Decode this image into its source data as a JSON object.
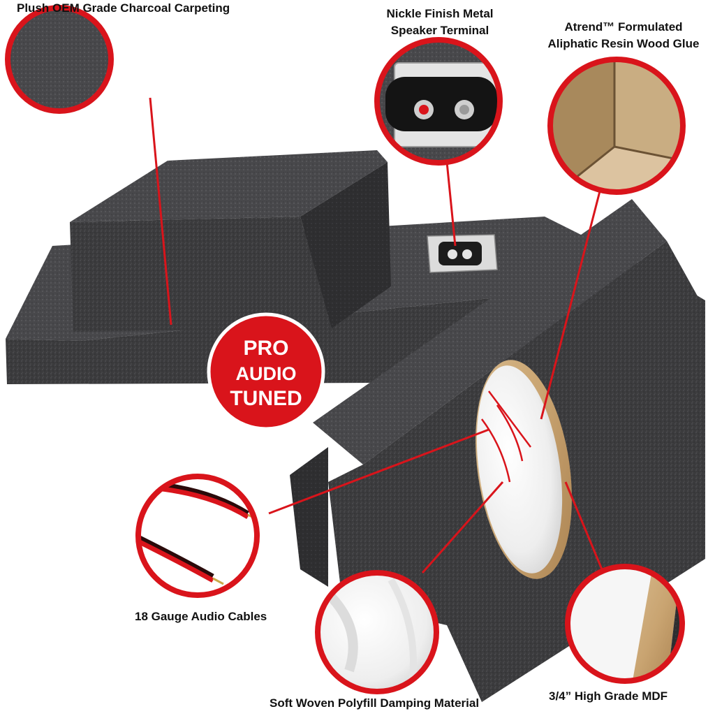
{
  "callouts": {
    "carpeting": "Plush OEM Grade Charcoal Carpeting",
    "terminal_line1": "Nickle Finish Metal",
    "terminal_line2": "Speaker Terminal",
    "glue_line1": "Atrend™ Formulated",
    "glue_line2": "Aliphatic Resin Wood Glue",
    "cables": "18 Gauge Audio Cables",
    "polyfill": "Soft Woven Polyfill Damping Material",
    "mdf": "3/4” High Grade MDF"
  },
  "badge": {
    "line1": "PRO",
    "line2": "AUDIO",
    "line3": "TUNED"
  },
  "colors": {
    "accent_red": "#d9141b",
    "carpet": "#3a3a3c",
    "mdf": "#c9935a",
    "polyfill": "#f4f4f4"
  }
}
